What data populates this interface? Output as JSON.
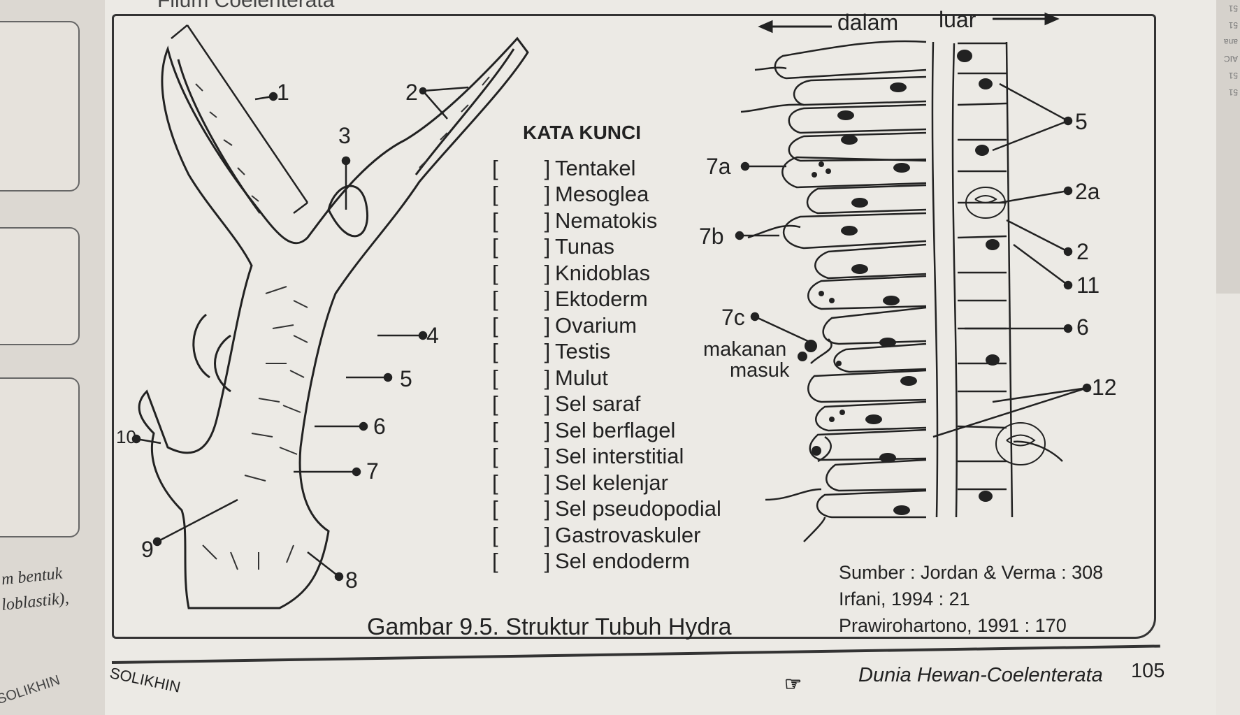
{
  "left_page": {
    "text_line1": "m bentuk",
    "text_line2": "loblastik),",
    "footer": "SOLIKHIN"
  },
  "header_cut": "Filum Coelenterata",
  "figure": {
    "direction_in": "dalam",
    "direction_out": "luar",
    "labels_left": [
      "1",
      "2",
      "3",
      "4",
      "5",
      "6",
      "7",
      "8",
      "9",
      "10"
    ],
    "labels_right": [
      "5",
      "2a",
      "2",
      "11",
      "6",
      "12",
      "7a",
      "7b",
      "7c"
    ],
    "food_label_line1": "makanan",
    "food_label_line2": "masuk",
    "caption": "Gambar 9.5. Struktur Tubuh Hydra"
  },
  "kata_kunci": {
    "title": "KATA KUNCI",
    "items": [
      "Tentakel",
      "Mesoglea",
      "Nematokis",
      "Tunas",
      "Knidoblas",
      "Ektoderm",
      "Ovarium",
      "Testis",
      "Mulut",
      "Sel saraf",
      "Sel berflagel",
      "Sel interstitial",
      "Sel kelenjar",
      "Sel pseudopodial",
      "Gastrovaskuler",
      "Sel  endoderm"
    ]
  },
  "source": {
    "line1": "Sumber : Jordan & Verma : 308",
    "line2": "Irfani, 1994 : 21",
    "line3": "Prawirohartono, 1991 : 170"
  },
  "footer": {
    "left": "SOLIKHIN",
    "icon": "pointing-hand-icon",
    "title": "Dunia Hewan-Coelenterata",
    "page": "105"
  },
  "colors": {
    "ink": "#222222",
    "paper": "#eceae5"
  }
}
